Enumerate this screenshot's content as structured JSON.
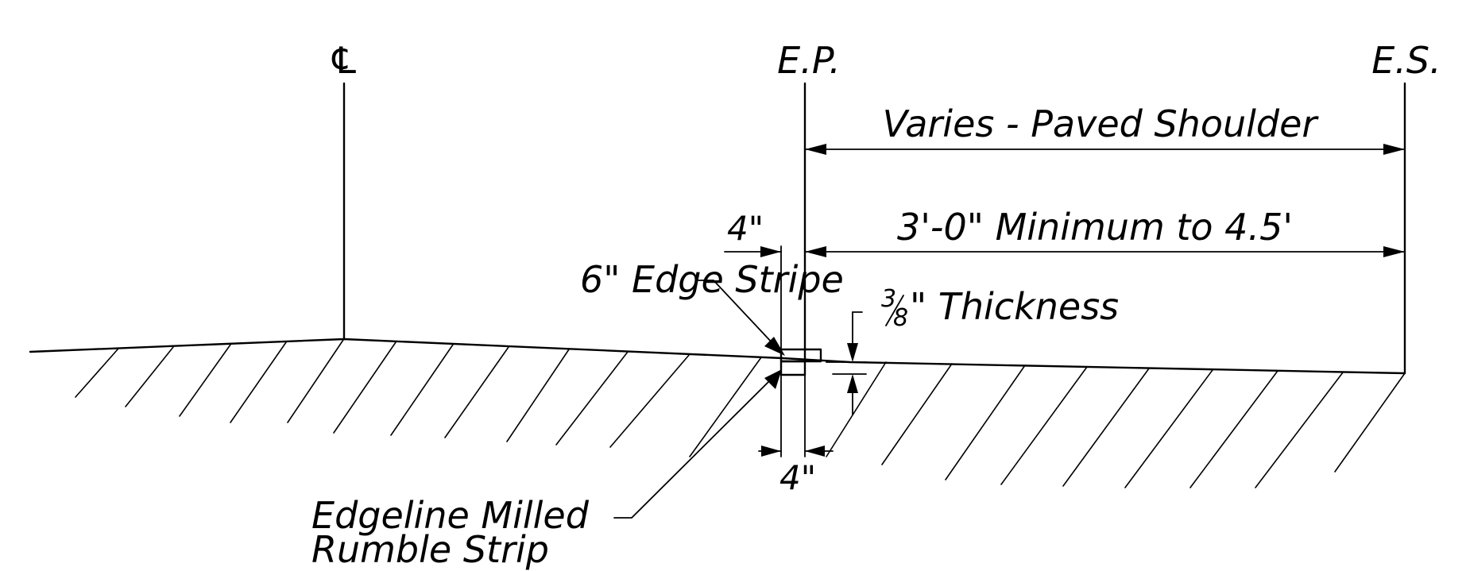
{
  "labels": {
    "centerline": "℄",
    "edge_of_pavement": "E.P.",
    "edge_of_shoulder": "E.S.",
    "paved_shoulder": "Varies - Paved Shoulder",
    "shoulder_minimum": "3'-0\" Minimum to 4.5'",
    "stripe_offset": "4\"",
    "edge_stripe": "6\" Edge Stripe",
    "thickness_num": "3",
    "thickness_den": "8",
    "thickness_text": "\" Thickness",
    "rumble_width": "4\"",
    "rumble_line1": "Edgeline Milled",
    "rumble_line2": "Rumble Strip"
  }
}
